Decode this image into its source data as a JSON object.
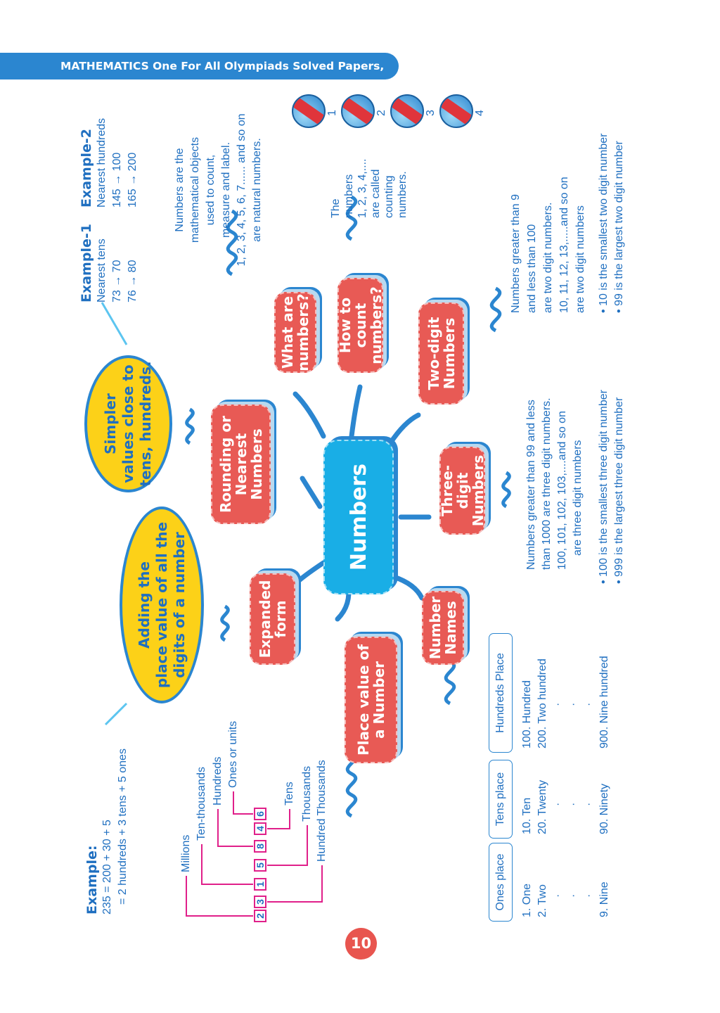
{
  "header": {
    "title": "MATHEMATICS One For All Olympiads Solved Papers, Class-2"
  },
  "page_number": "10",
  "center": "Numbers",
  "nodes": {
    "what": "What are numbers?",
    "count": "How to count numbers?",
    "two": "Two-digit Numbers",
    "three": "Three-digit Numbers",
    "names": "Number Names",
    "place": "Place value of a Number",
    "expanded": "Expanded form",
    "rounding": "Rounding or Nearest Numbers"
  },
  "rounding_note": [
    "Simpler",
    "values close to",
    "tens, hundreds."
  ],
  "expanded_note": [
    "Adding the",
    "place value of all the",
    "digits of a number"
  ],
  "example1": {
    "title": "Example-1",
    "lines": [
      "Nearest tens",
      "73 → 70",
      "76 → 80"
    ]
  },
  "example2": {
    "title": "Example-2",
    "lines": [
      "Nearest hundreds",
      "145 → 100",
      "165 → 200"
    ]
  },
  "what_desc": [
    "Numbers are the",
    "mathematical objects",
    "used to count,",
    "measure and label.",
    "1, 2, 3, 4, 5, 6, 7...... and so on",
    "are natural numbers."
  ],
  "count_desc": [
    "The",
    "numbers",
    "1, 2, 3, 4,....",
    "are called",
    "counting",
    "numbers."
  ],
  "balls": [
    "1",
    "2",
    "3",
    "4"
  ],
  "two_desc": [
    "Numbers greater than 9",
    "and less than 100",
    "are two digit numbers.",
    "10, 11, 12, 13,.....and so on",
    "are two digit numbers"
  ],
  "two_bullets": [
    "• 10 is the smallest two digit number",
    "• 99 is the largest two digit number"
  ],
  "three_desc": [
    "Numbers greater than 99 and less",
    "than 1000 are three digit numbers.",
    "100, 101, 102, 103,....and so on",
    "are three digit numbers"
  ],
  "three_bullets": [
    "• 100 is the smallest three digit number",
    "• 999 is the largest three digit number"
  ],
  "names_table": {
    "headers": [
      "Ones place",
      "Tens place",
      "Hundreds Place"
    ],
    "ones": [
      "1.  One",
      "2.  Two",
      "·",
      "·",
      "·",
      "9.  Nine"
    ],
    "tens": [
      "10.  Ten",
      "20.  Twenty",
      "·",
      "·",
      "·",
      "90.  Ninety"
    ],
    "hundreds": [
      "100.  Hundred",
      "200.  Two hundred",
      "·",
      "·",
      "·",
      "900.  Nine hundred"
    ]
  },
  "example": {
    "title": "Example:",
    "line1": "235 = 200 + 30 + 5",
    "line2": "= 2 hundreds + 3 tens + 5 ones"
  },
  "place_value": {
    "digits": [
      "2",
      "3",
      "1",
      "5",
      "8",
      "4",
      "6"
    ],
    "labels": {
      "millions": "Millions",
      "ten_thousands": "Ten-thousands",
      "hundreds": "Hundreds",
      "ones": "Ones or units",
      "tens": "Tens",
      "thousands": "Thousands",
      "hundred_thousands": "Hundred Thousands"
    }
  },
  "colors": {
    "red": "#e85a55",
    "blue": "#19aee6",
    "yellow": "#fcd118",
    "text": "#1f6fc0",
    "pink": "#e0208a"
  }
}
